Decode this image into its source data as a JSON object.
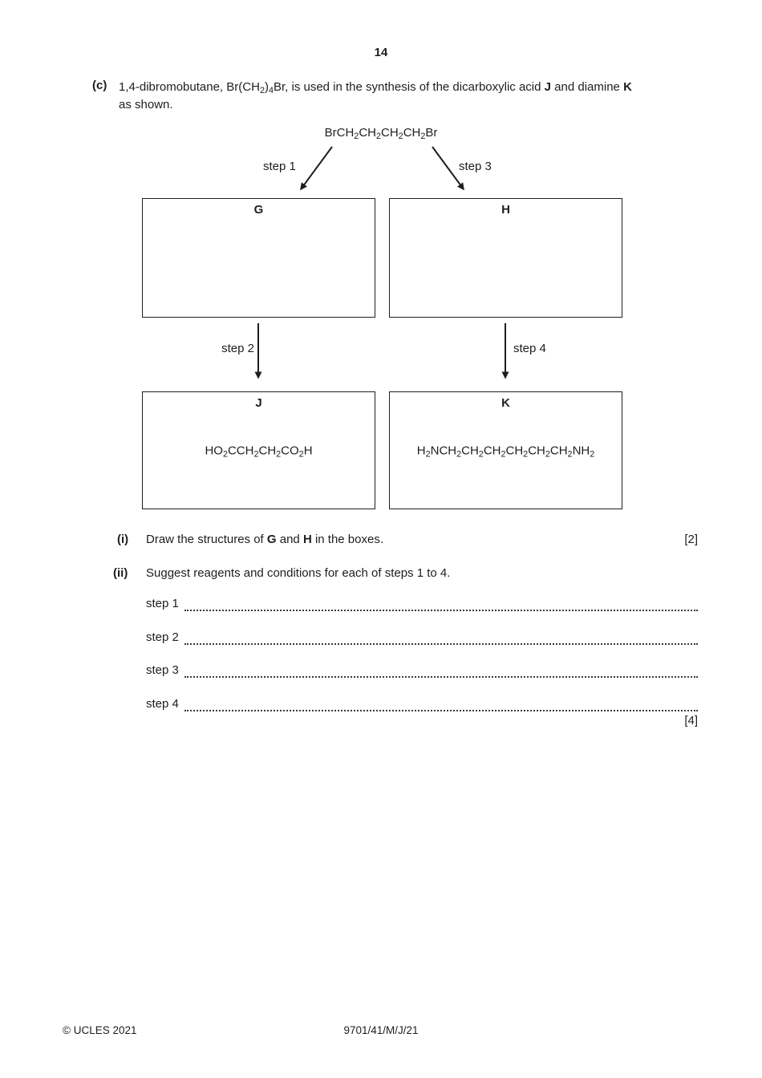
{
  "page": {
    "number": "14",
    "footer_left": "© UCLES 2021",
    "footer_center": "9701/41/M/J/21"
  },
  "question": {
    "label": "(c)",
    "intro": {
      "seg1": "1,4-dibromobutane, ",
      "reagent_formula": "Br(CH~2~)~4~Br,",
      "seg2": " is used in the synthesis of the dicarboxylic acid ",
      "bold_j": "J",
      "seg3": " and diamine ",
      "bold_k": "K",
      "line2": "as shown."
    },
    "scheme": {
      "start_formula": "BrCH~2~CH~2~CH~2~CH~2~Br",
      "step1": "step 1",
      "step2": "step 2",
      "step3": "step 3",
      "step4": "step 4",
      "boxes": {
        "g": {
          "label": "G"
        },
        "h": {
          "label": "H"
        },
        "j": {
          "label": "J",
          "formula": "HO~2~CCH~2~CH~2~CO~2~H"
        },
        "k": {
          "label": "K",
          "formula": "H~2~NCH~2~CH~2~CH~2~CH~2~CH~2~CH~2~NH~2~"
        }
      }
    },
    "part_i": {
      "label": "(i)",
      "seg1": "Draw the structures of ",
      "bold_g": "G",
      "seg2": " and ",
      "bold_h": "H",
      "seg3": " in the boxes.",
      "marks": "[2]"
    },
    "part_ii": {
      "label": "(ii)",
      "text": "Suggest reagents and conditions for each of steps 1 to 4.",
      "marks": "[4]",
      "rows": [
        {
          "label": "step 1"
        },
        {
          "label": "step 2"
        },
        {
          "label": "step 3"
        },
        {
          "label": "step 4"
        }
      ]
    },
    "ink_color": "#1e1e1e"
  }
}
